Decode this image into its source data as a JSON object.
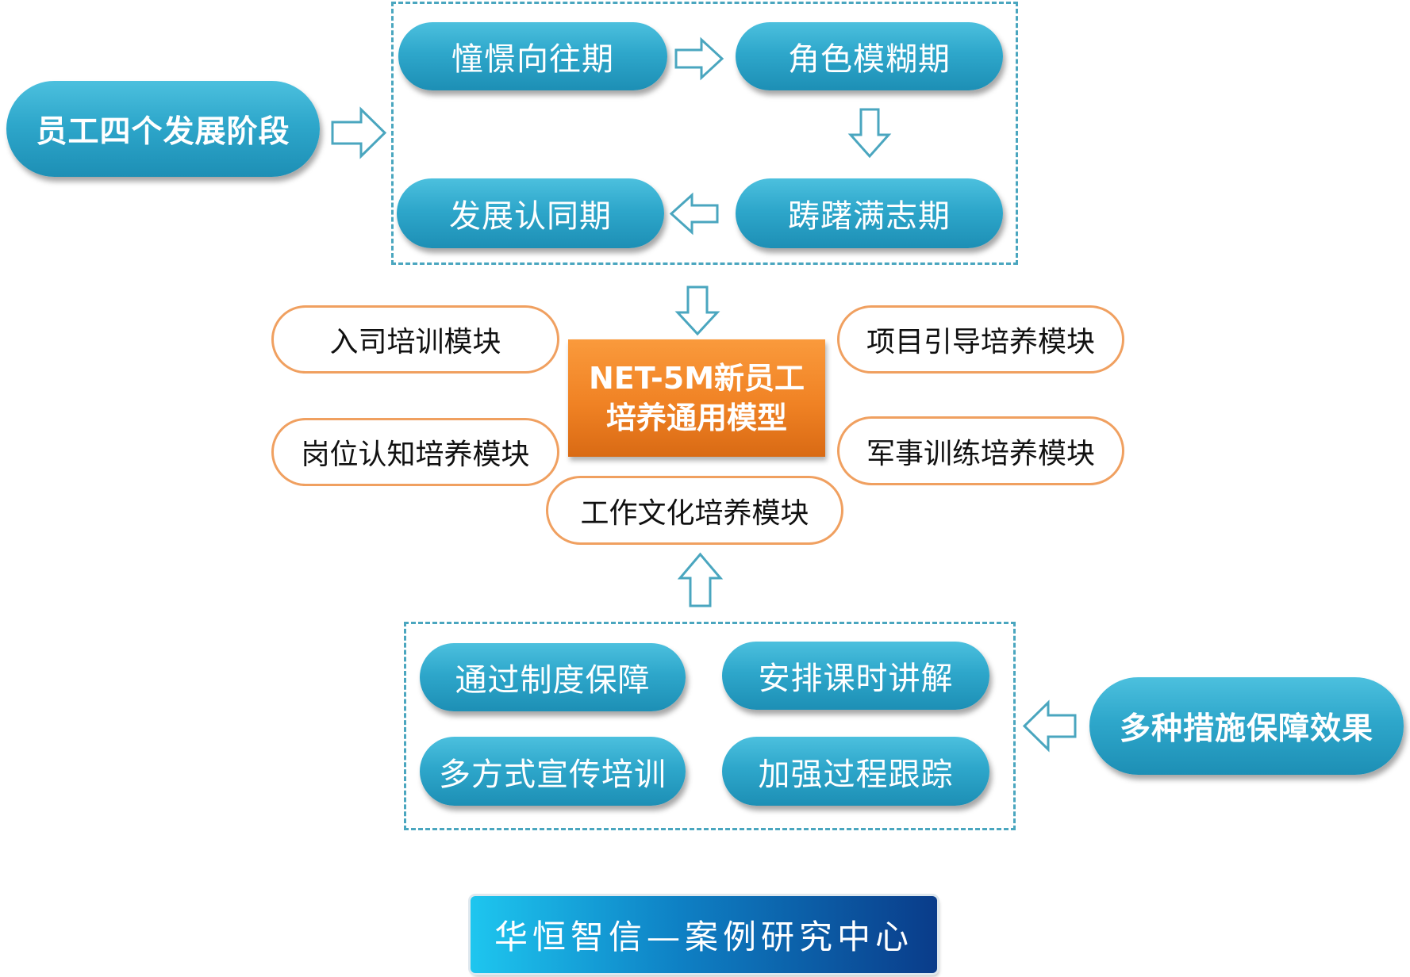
{
  "stages": {
    "title": "员工四个发展阶段",
    "items": [
      "憧憬向往期",
      "角色模糊期",
      "踌躇满志期",
      "发展认同期"
    ]
  },
  "model": {
    "title": "NET-5M新员工培养通用模型",
    "modules": [
      "入司培训模块",
      "岗位认知培养模块",
      "项目引导培养模块",
      "军事训练培养模块",
      "工作文化培养模块"
    ]
  },
  "measures": {
    "title": "多种措施保障效果",
    "items": [
      "通过制度保障",
      "安排课时讲解",
      "多方式宣传培训",
      "加强过程跟踪"
    ]
  },
  "footer": {
    "banner": "华恒智信—案例研究中心"
  },
  "colors": {
    "blue": "#2ea7cb",
    "orange": "#f08224",
    "orange_border": "#f0a060",
    "arrow": "#4aa6bf"
  }
}
